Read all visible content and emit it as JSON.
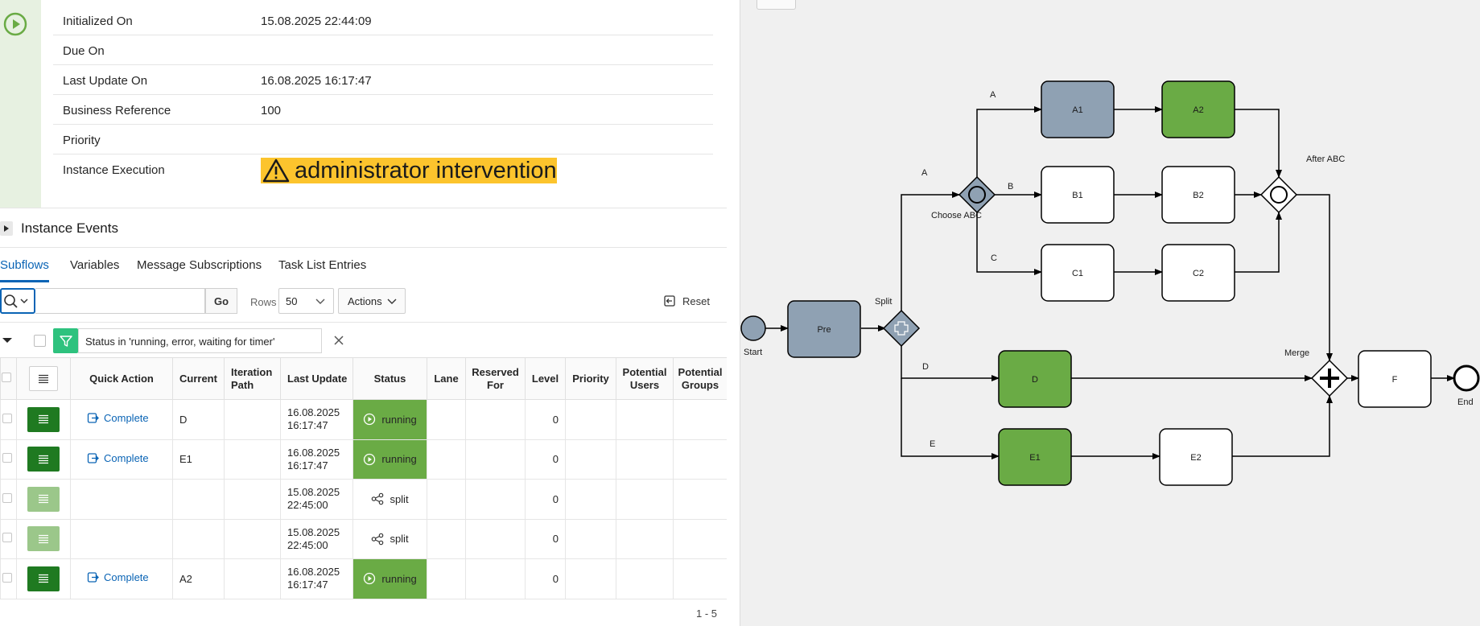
{
  "details": {
    "rows": [
      {
        "label": "Initialized On",
        "value": "15.08.2025 22:44:09"
      },
      {
        "label": "Due On",
        "value": ""
      },
      {
        "label": "Last Update On",
        "value": "16.08.2025 16:17:47"
      },
      {
        "label": "Business Reference",
        "value": "100"
      },
      {
        "label": "Priority",
        "value": ""
      },
      {
        "label": "Instance Execution",
        "value": ""
      }
    ],
    "execution_badge": "administrator intervention",
    "execution_badge_color": "#fcc42d"
  },
  "events": {
    "title": "Instance Events"
  },
  "tabs": [
    {
      "label": "Subflows",
      "active": true
    },
    {
      "label": "Variables",
      "active": false
    },
    {
      "label": "Message Subscriptions",
      "active": false
    },
    {
      "label": "Task List Entries",
      "active": false
    }
  ],
  "toolbar": {
    "search_value": "",
    "go_label": "Go",
    "rows_label": "Rows",
    "rows_value": "50",
    "actions_label": "Actions",
    "reset_label": "Reset"
  },
  "filter": {
    "text": "Status in 'running, error, waiting for timer'"
  },
  "table": {
    "columns": [
      "",
      "",
      "Quick Action",
      "Current",
      "Iteration Path",
      "Last Update",
      "Status",
      "Lane",
      "Reserved For",
      "Level",
      "Priority",
      "Potential Users",
      "Potential Groups"
    ],
    "rows": [
      {
        "quick_action": "Complete",
        "current": "D",
        "iteration_path": "",
        "last_update": "16.08.2025 16:17:47",
        "status": "running",
        "lane": "",
        "reserved_for": "",
        "level": "0",
        "priority": "",
        "potential_users": "",
        "potential_groups": "",
        "menu_enabled": true
      },
      {
        "quick_action": "Complete",
        "current": "E1",
        "iteration_path": "",
        "last_update": "16.08.2025 16:17:47",
        "status": "running",
        "lane": "",
        "reserved_for": "",
        "level": "0",
        "priority": "",
        "potential_users": "",
        "potential_groups": "",
        "menu_enabled": true
      },
      {
        "quick_action": "",
        "current": "",
        "iteration_path": "",
        "last_update": "15.08.2025 22:45:00",
        "status": "split",
        "lane": "",
        "reserved_for": "",
        "level": "0",
        "priority": "",
        "potential_users": "",
        "potential_groups": "",
        "menu_enabled": false
      },
      {
        "quick_action": "",
        "current": "",
        "iteration_path": "",
        "last_update": "15.08.2025 22:45:00",
        "status": "split",
        "lane": "",
        "reserved_for": "",
        "level": "0",
        "priority": "",
        "potential_users": "",
        "potential_groups": "",
        "menu_enabled": false
      },
      {
        "quick_action": "Complete",
        "current": "A2",
        "iteration_path": "",
        "last_update": "16.08.2025 16:17:47",
        "status": "running",
        "lane": "",
        "reserved_for": "",
        "level": "0",
        "priority": "",
        "potential_users": "",
        "potential_groups": "",
        "menu_enabled": true
      }
    ],
    "status_running_color": "#6aab45"
  },
  "pager": {
    "text": "1 - 5"
  },
  "diagram": {
    "colors": {
      "completed": "#8fa1b3",
      "current": "#6aab45",
      "pending": "#ffffff"
    },
    "tasks": [
      {
        "id": "pre",
        "label": "Pre",
        "state": "completed"
      },
      {
        "id": "a1",
        "label": "A1",
        "state": "completed"
      },
      {
        "id": "a2",
        "label": "A2",
        "state": "current"
      },
      {
        "id": "b1",
        "label": "B1",
        "state": "pending"
      },
      {
        "id": "b2",
        "label": "B2",
        "state": "pending"
      },
      {
        "id": "c1",
        "label": "C1",
        "state": "pending"
      },
      {
        "id": "c2",
        "label": "C2",
        "state": "pending"
      },
      {
        "id": "d",
        "label": "D",
        "state": "current"
      },
      {
        "id": "e1",
        "label": "E1",
        "state": "current"
      },
      {
        "id": "e2",
        "label": "E2",
        "state": "pending"
      },
      {
        "id": "f",
        "label": "F",
        "state": "pending"
      }
    ],
    "labels": {
      "start": "Start",
      "end": "End",
      "split": "Split",
      "choose": "Choose ABC",
      "after": "After ABC",
      "merge": "Merge",
      "flow_a_top": "A",
      "flow_a": "A",
      "flow_b": "B",
      "flow_c": "C",
      "flow_d": "D",
      "flow_e": "E"
    }
  }
}
